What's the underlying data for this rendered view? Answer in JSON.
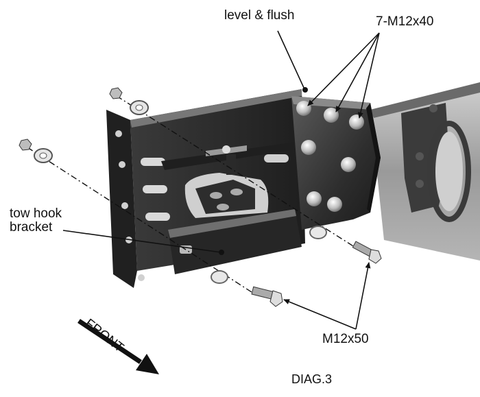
{
  "labels": {
    "level_flush": "level & flush",
    "bolts_top": "7-M12x40",
    "tow_hook_line1": "tow hook",
    "tow_hook_line2": "bracket",
    "bolts_bottom": "M12x50",
    "front": "FRONT",
    "diagram_id": "DIAG.3"
  },
  "colors": {
    "ink": "#111111",
    "metal_dark": "#2a2a2a",
    "metal_mid": "#4a4a4a",
    "metal_light": "#8a8a8a",
    "highlight": "#d8d8d8"
  }
}
